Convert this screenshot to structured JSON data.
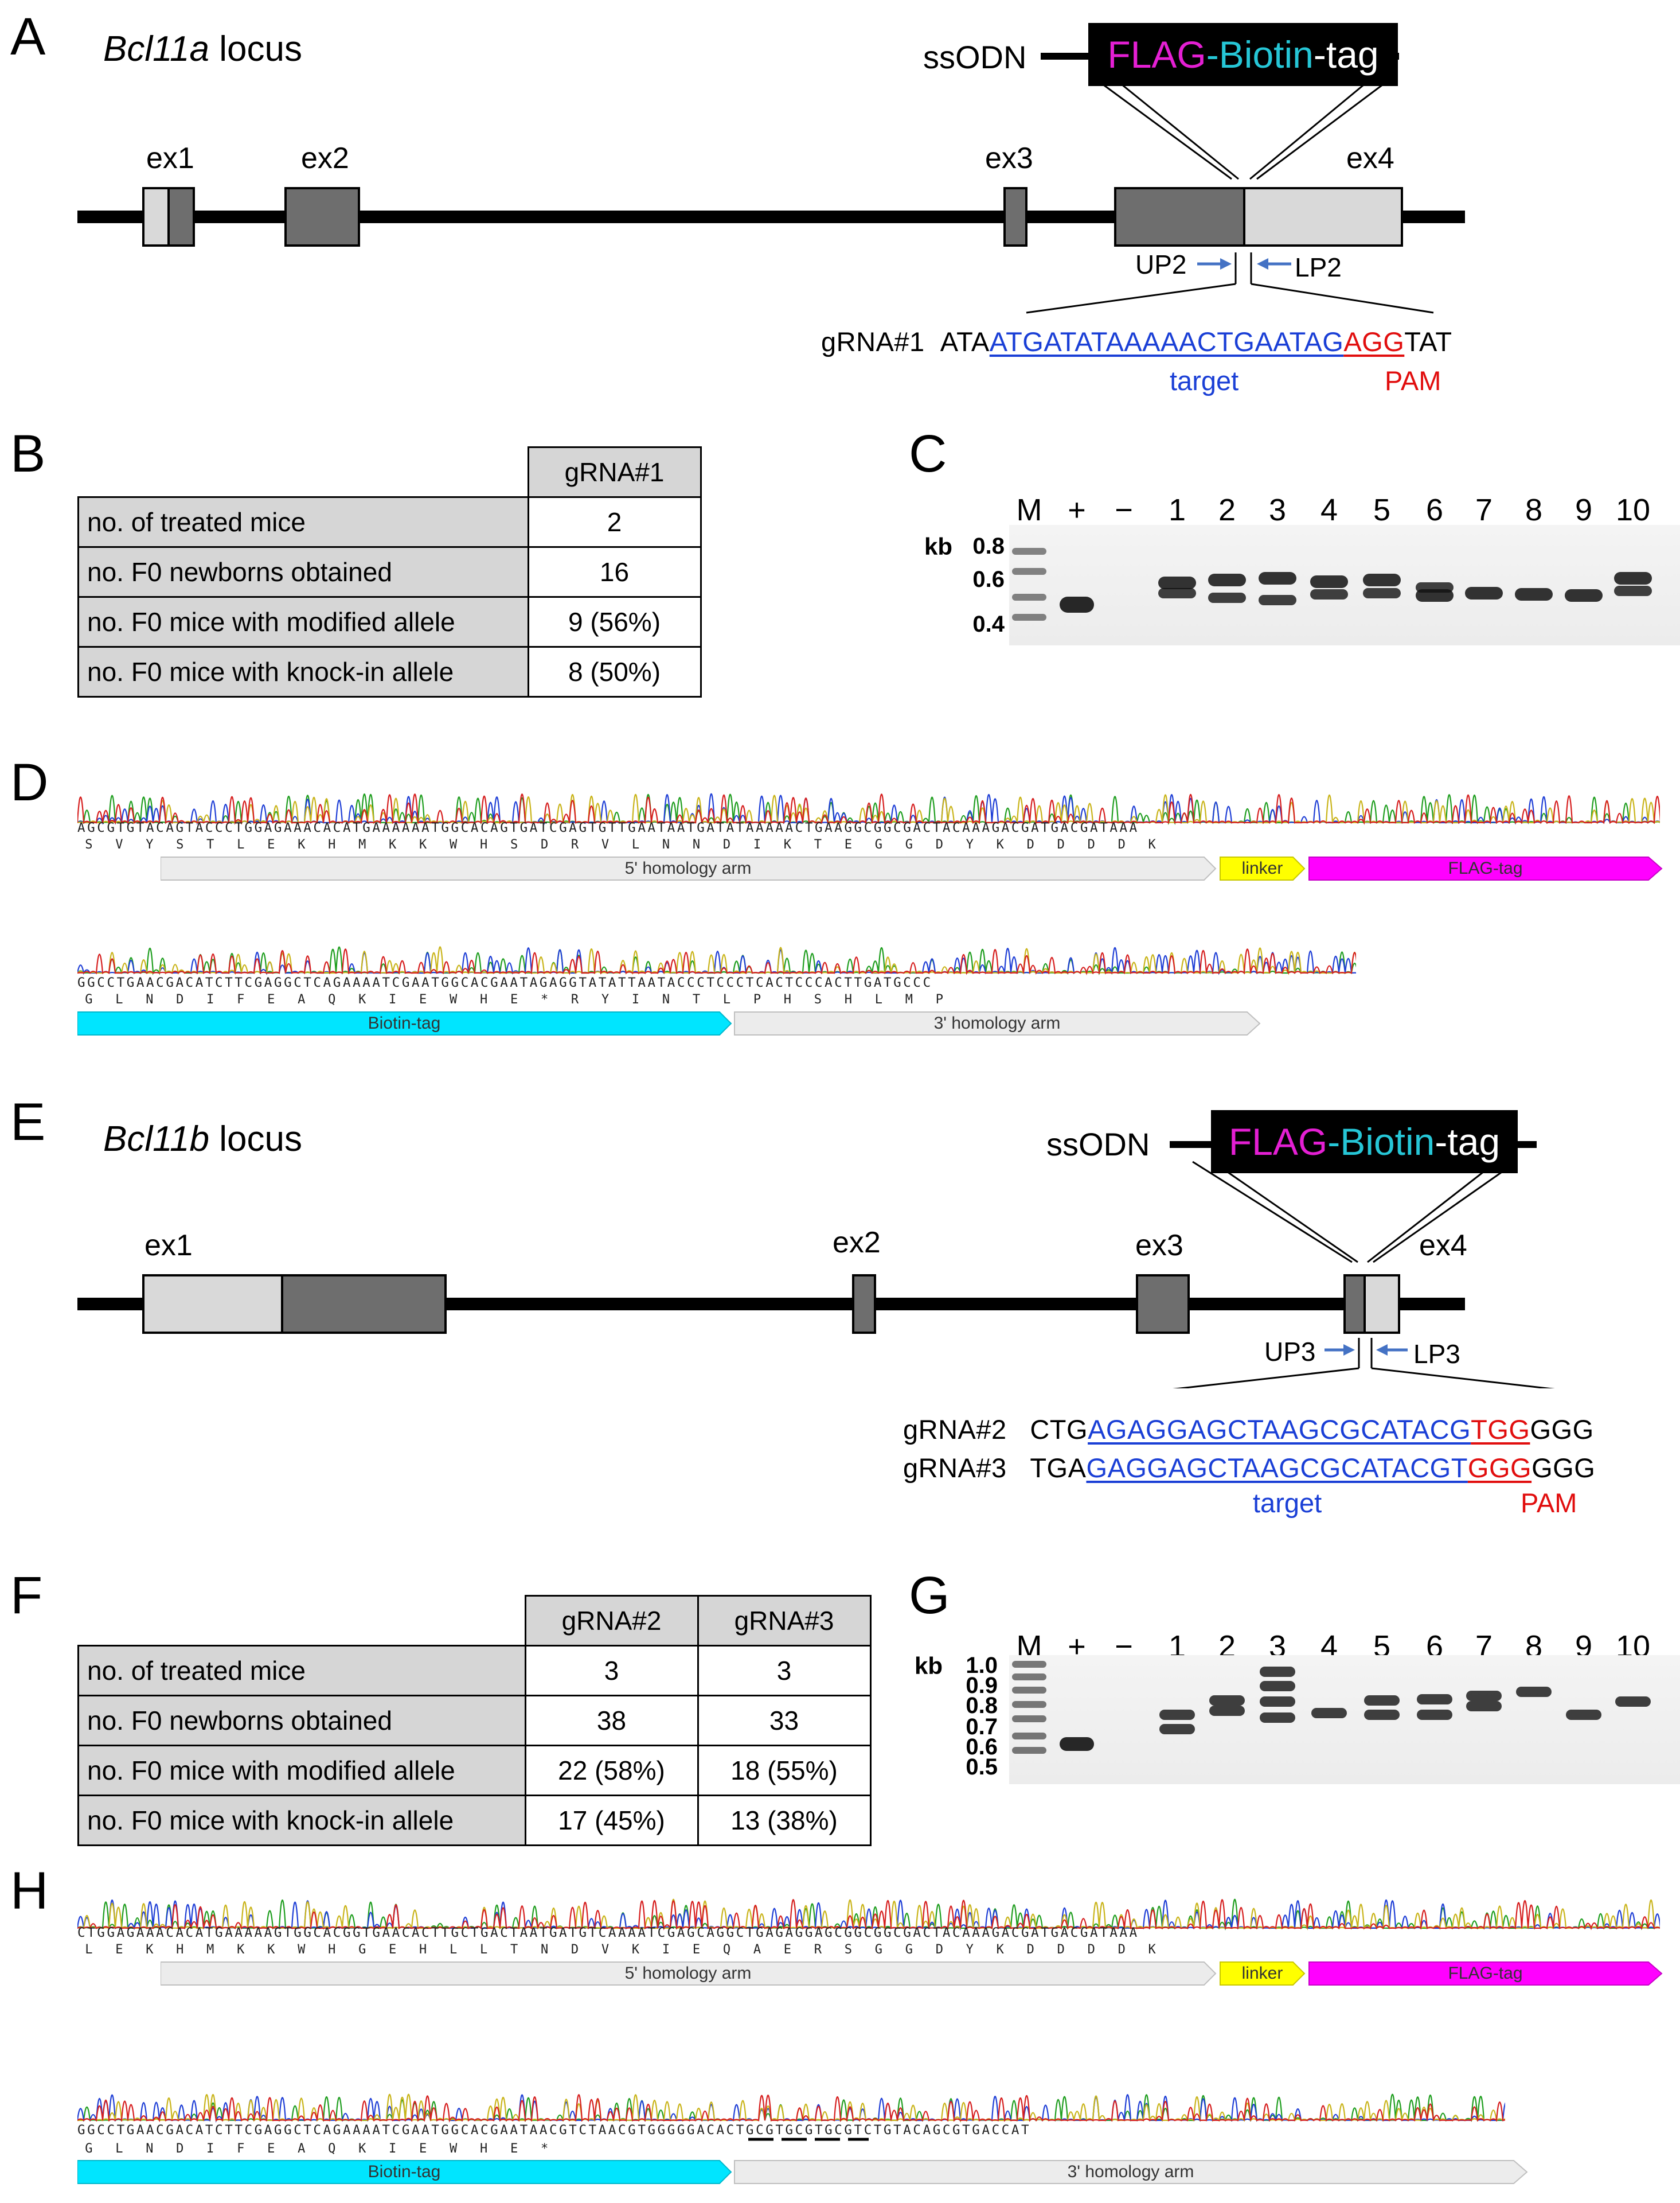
{
  "panels": {
    "A": "A",
    "B": "B",
    "C": "C",
    "D": "D",
    "E": "E",
    "F": "F",
    "G": "G",
    "H": "H"
  },
  "panelA": {
    "title_gene": "Bcl11a",
    "title_rest": " locus",
    "ssodn": "ssODN",
    "tag": {
      "flag": "FLAG",
      "dash1": "-",
      "biotin": "Biotin",
      "dash2": "-",
      "rest": "tag"
    },
    "exons": [
      "ex1",
      "ex2",
      "ex3",
      "ex4"
    ],
    "primer_up": "UP2",
    "primer_lp": "LP2",
    "grna_name": "gRNA#1",
    "seq_pre": "ATA",
    "seq_target": "ATGATATAAAAACTGAATAG",
    "seq_pam": "AGG",
    "seq_post": "TAT",
    "target_label": "target",
    "pam_label": "PAM"
  },
  "panelB": {
    "header": [
      "gRNA#1"
    ],
    "rows": [
      {
        "label": "no. of treated mice",
        "values": [
          "2"
        ]
      },
      {
        "label": "no. F0 newborns obtained",
        "values": [
          "16"
        ]
      },
      {
        "label": "no. F0 mice with modified allele",
        "values": [
          "9 (56%)"
        ]
      },
      {
        "label": "no. F0 mice with knock-in allele",
        "values": [
          "8 (50%)"
        ]
      }
    ]
  },
  "panelC": {
    "lanes": [
      "M",
      "+",
      "−",
      "1",
      "2",
      "3",
      "4",
      "5",
      "6",
      "7",
      "8",
      "9",
      "10"
    ],
    "kb_label": "kb",
    "kb_values": [
      "0.8",
      "0.6",
      "0.4"
    ]
  },
  "panelD": {
    "row1_seq": "AGCGTGTACAGTACCCTGGAGAAACACATGAAAAAATGGCACAGTGATCGAGTGTTGAATAATGATATAAAAACTGAAGGCGGCGACTACAAAGACGATGACGATAAA",
    "row1_aa": " S   V   Y   S   T   L   E   K   H   M   K   K   W   H   S   D   R   V   L   N   N   D   I   K   T   E   G   G   D   Y   K   D   D   D   D   K",
    "row1_features": [
      "5' homology arm",
      "linker",
      "FLAG-tag"
    ],
    "row2_seq": "GGCCTGAACGACATCTTCGAGGCTCAGAAAATCGAATGGCACGAATAGAGGTATATTAATACCCTCCCTCACTCCCACTTGATGCCC",
    "row2_aa": " G   L   N   D   I   F   E   A   Q   K   I   E   W   H   E   *   R   Y   I   N   T   L   P   H   S   H   L   M   P",
    "row2_features": [
      "Biotin-tag",
      "3' homology arm"
    ]
  },
  "panelE": {
    "title_gene": "Bcl11b",
    "title_rest": " locus",
    "ssodn": "ssODN",
    "tag": {
      "flag": "FLAG",
      "dash1": "-",
      "biotin": "Biotin",
      "dash2": "-",
      "rest": "tag"
    },
    "exons": [
      "ex1",
      "ex2",
      "ex3",
      "ex4"
    ],
    "primer_up": "UP3",
    "primer_lp": "LP3",
    "grna2_name": "gRNA#2",
    "grna2_pre": "CTG",
    "grna2_target": "AGAGGAGCTAAGCGCATACG",
    "grna2_pam": "TGG",
    "grna2_post": "GGG",
    "grna3_name": "gRNA#3",
    "grna3_pre": "TGA",
    "grna3_target": "GAGGAGCTAAGCGCATACGT",
    "grna3_pam": "GGG",
    "grna3_post": "GGG",
    "target_label": "target",
    "pam_label": "PAM"
  },
  "panelF": {
    "header": [
      "gRNA#2",
      "gRNA#3"
    ],
    "rows": [
      {
        "label": "no. of treated mice",
        "values": [
          "3",
          "3"
        ]
      },
      {
        "label": "no. F0 newborns obtained",
        "values": [
          "38",
          "33"
        ]
      },
      {
        "label": "no. F0 mice with modified allele",
        "values": [
          "22 (58%)",
          "18 (55%)"
        ]
      },
      {
        "label": "no. F0 mice with knock-in allele",
        "values": [
          "17 (45%)",
          "13 (38%)"
        ]
      }
    ]
  },
  "panelG": {
    "lanes": [
      "M",
      "+",
      "−",
      "1",
      "2",
      "3",
      "4",
      "5",
      "6",
      "7",
      "8",
      "9",
      "10"
    ],
    "kb_label": "kb",
    "kb_values": [
      "1.0",
      "0.9",
      "0.8",
      "0.7",
      "0.6",
      "0.5"
    ]
  },
  "panelH": {
    "row1_seq": "CTGGAGAAACACATGAAAAAGTGGCACGGTGAACACTTGCTGACTAATGATGTCAAAATCGAGCAGGCTGAGAGGAGCGGCGGCGACTACAAAGACGATGACGATAAA",
    "row1_aa": " L   E   K   H   M   K   K   W   H   G   E   H   L   L   T   N   D   V   K   I   E   Q   A   E   R   S   G   G   D   Y   K   D   D   D   D   K",
    "row1_features": [
      "5' homology arm",
      "linker",
      "FLAG-tag"
    ],
    "row2_seq": "GGCCTGAACGACATCTTCGAGGCTCAGAAAATCGAATGGCACGAATAACGTCTAACGTGGGGGACACTGCGTGCGTGCGTCTGTACAGCGTGACCAT",
    "row2_aa": " G   L   N   D   I   F   E   A   Q   K   I   E   W   H   E   *",
    "row2_features": [
      "Biotin-tag",
      "3' homology arm"
    ]
  }
}
